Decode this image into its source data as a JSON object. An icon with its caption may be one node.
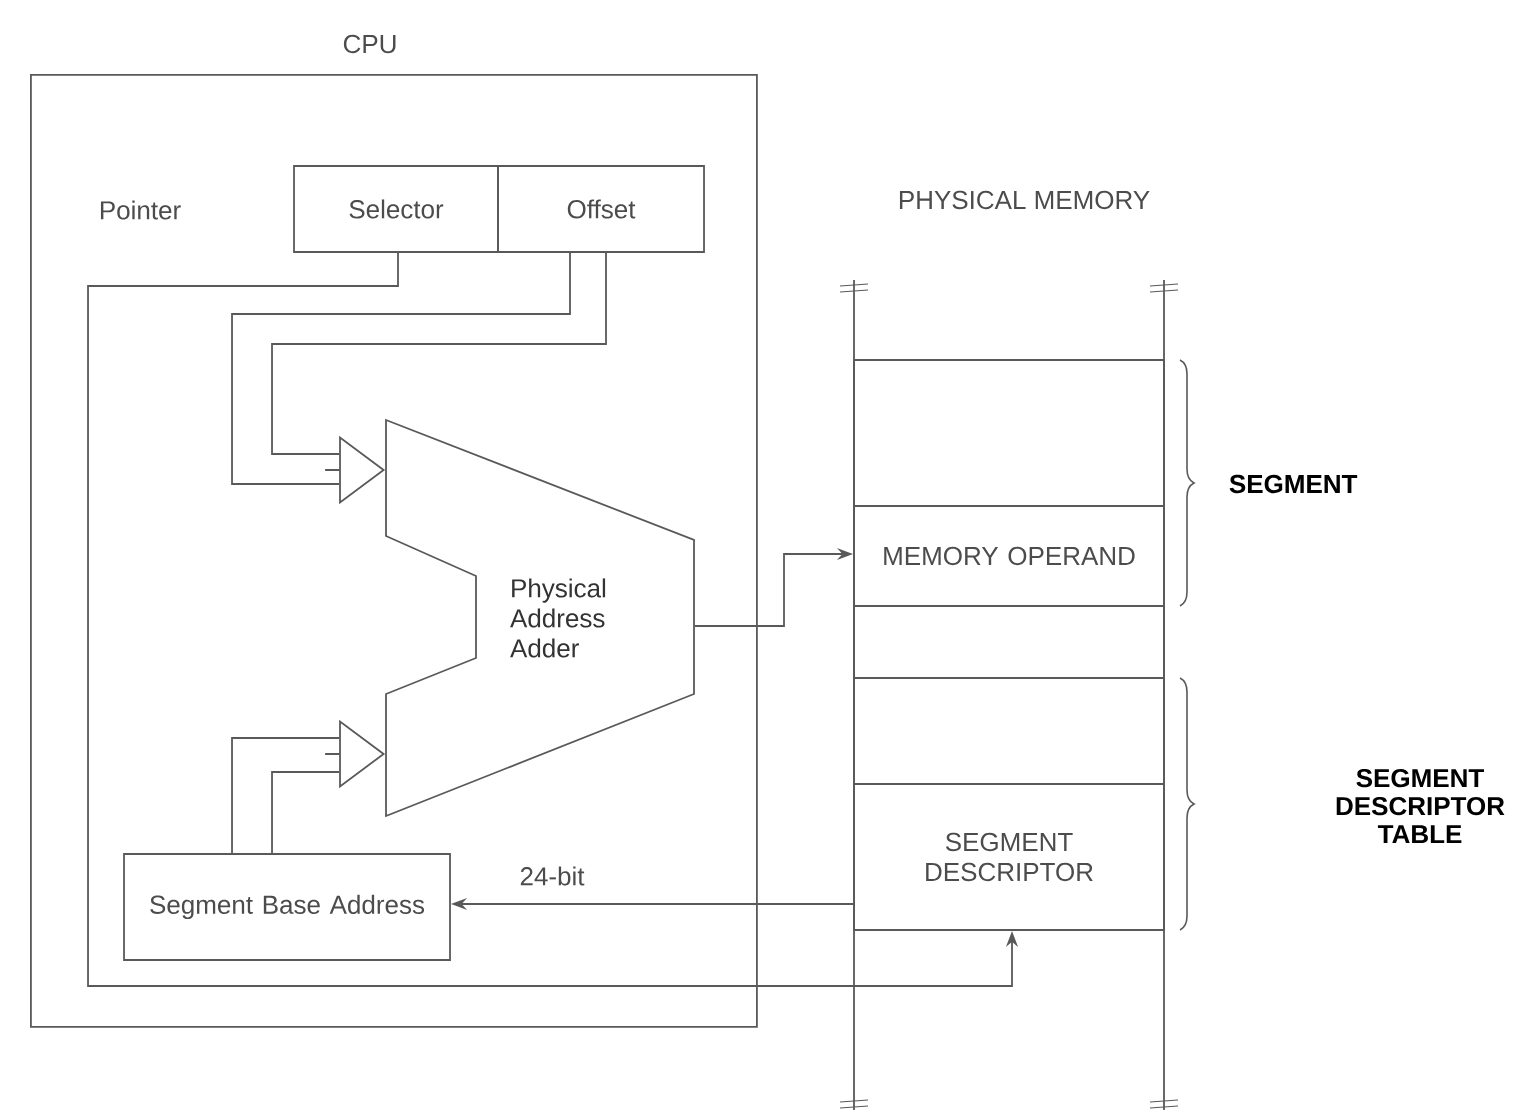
{
  "diagram": {
    "nodes": [
      {
        "text": [
          "CPU"
        ]
      },
      {
        "text": [
          "Selector"
        ],
        "in": 0
      },
      {
        "text": [
          "Offset"
        ],
        "in": 0
      },
      {
        "text": [
          "Physical Address Adder"
        ],
        "in": 0
      },
      {
        "text": [
          "Segment Base Address"
        ],
        "in": 0
      },
      {
        "text": [
          "PHYSICAL MEMORY"
        ]
      },
      {
        "text": [],
        "shape": "box",
        "in": 5
      },
      {
        "text": [
          "MEMORY OPERAND"
        ],
        "in": 5
      },
      {
        "text": [],
        "shape": "box",
        "in": 5
      },
      {
        "text": [],
        "shape": "box",
        "in": 5
      },
      {
        "text": [
          "SEGMENT DESCRIPTOR"
        ],
        "in": 5
      }
    ],
    "edges": [
      {
        "from": 1,
        "to": 10,
        "arrow": "to"
      },
      {
        "from": 2,
        "to": 3,
        "arrow": "to"
      },
      {
        "from": 4,
        "to": 3,
        "arrow": "to"
      },
      {
        "from": 3,
        "to": 7,
        "arrow": "to"
      },
      {
        "from": 10,
        "to": 4,
        "arrow": "to",
        "label": "24-bit"
      }
    ],
    "labels": [
      "Pointer",
      "SEGMENT",
      "SEGMENT DESCRIPTOR TABLE"
    ]
  }
}
